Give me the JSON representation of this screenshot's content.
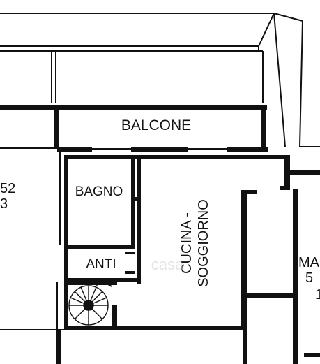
{
  "colors": {
    "wall": "#111111",
    "paper": "#ffffff",
    "watermark": "#cfcfcf"
  },
  "rooms": {
    "balcone": "BALCONE",
    "bagno": "BAGNO",
    "anti": "ANTI",
    "cucina_line1": "CUCINA -",
    "cucina_line2": "SOGGIORNO"
  },
  "left_neighbor": {
    "line1": "52",
    "line2": "3"
  },
  "right_neighbor": {
    "line1": "MA",
    "line2": "5",
    "line3": "1"
  },
  "watermark": "casa",
  "icons": {
    "stair": "spiral-staircase-icon"
  }
}
